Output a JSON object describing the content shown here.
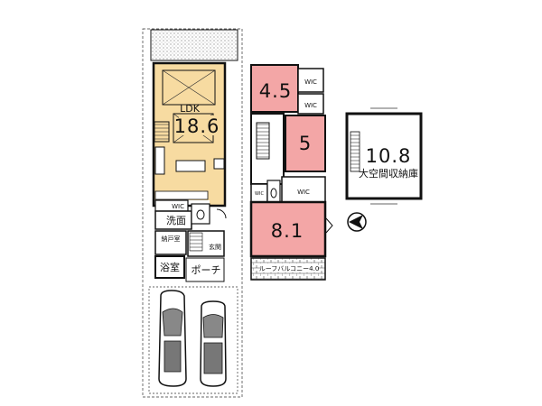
{
  "colors": {
    "ldk_floor": "#f7dba1",
    "bedroom_floor": "#f3a6a6",
    "garden_hatch": "#8a8a8a",
    "wall": "#111111"
  },
  "first_floor": {
    "ldk_label": "LDK",
    "ldk_size": "18.6",
    "washroom": "洗面",
    "wic": "WIC",
    "closet": "納戸室",
    "bath": "浴室",
    "entrance": "玄関",
    "porch": "ポーチ"
  },
  "second_floor": {
    "bedroom_a_size": "4.5",
    "bedroom_b_size": "5",
    "bedroom_c_size": "8.1",
    "wic_a": "WIC",
    "wic_b": "WIC",
    "wic_c": "WIC",
    "wic_d": "WIC",
    "balcony_label": "ルーフバルコニー4.0"
  },
  "storage": {
    "size": "10.8",
    "label": "大空間収納庫"
  },
  "north_arrow": {
    "icon": "north-arrow-icon"
  }
}
